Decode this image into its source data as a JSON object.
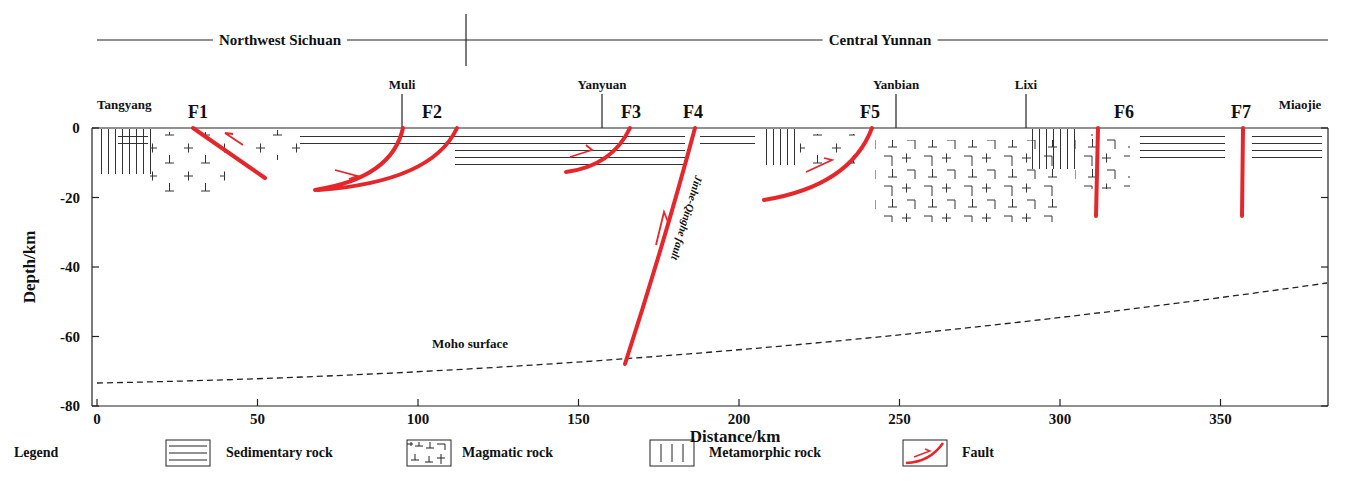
{
  "diagram": {
    "labels": [
      "Northwest Sichuan",
      "Central Yunnan",
      "Tangyang",
      "Muli",
      "Yanyuan",
      "Yanbian",
      "Lixi",
      "Miaojie",
      "F1",
      "F2",
      "F3",
      "F4",
      "F5",
      "F6",
      "F7",
      "0",
      "-20",
      "-40",
      "-60",
      "-80",
      "0",
      "50",
      "100",
      "150",
      "200",
      "250",
      "300",
      "350",
      "Depth/km",
      "Distance/km",
      "Moho surface",
      "Jinhe-Qinghe fault",
      "Legend"
    ],
    "legend": [
      {
        "text": "Sedimentary rock"
      },
      {
        "text": "Magmatic rock"
      },
      {
        "text": "Metamorphic rock"
      },
      {
        "text": "Fault"
      }
    ]
  }
}
